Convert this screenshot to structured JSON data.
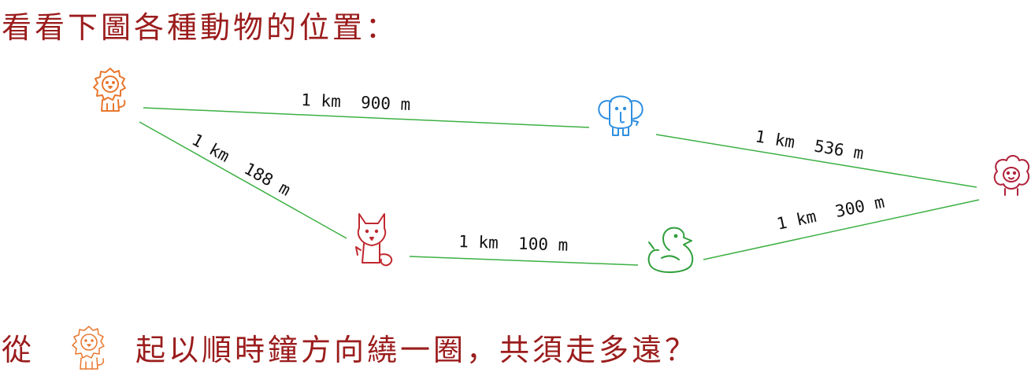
{
  "title": "看看下圖各種動物的位置：",
  "question": {
    "prefix": "從",
    "suffix": "起以順時鐘方向繞一圈，共須走多遠？",
    "start_animal_icon": "lion-icon"
  },
  "colors": {
    "text": "#9b1c1c",
    "route": "#3cb043",
    "lion": "#e8772e",
    "elephant": "#2f8fe0",
    "sheep": "#b0223a",
    "fox": "#c0282e",
    "duck": "#2e9e3a",
    "distance_label": "#111111"
  },
  "animals": [
    {
      "id": "lion",
      "icon": "lion-icon"
    },
    {
      "id": "elephant",
      "icon": "elephant-icon"
    },
    {
      "id": "sheep",
      "icon": "sheep-icon"
    },
    {
      "id": "duck",
      "icon": "duck-icon"
    },
    {
      "id": "fox",
      "icon": "fox-icon"
    }
  ],
  "routes": {
    "lion_elephant": {
      "from": "lion",
      "to": "elephant",
      "label": "1 km  900 m"
    },
    "elephant_sheep": {
      "from": "elephant",
      "to": "sheep",
      "label": "1 km  536 m"
    },
    "lion_fox": {
      "from": "lion",
      "to": "fox",
      "label": "1 km  188 m"
    },
    "fox_duck": {
      "from": "fox",
      "to": "duck",
      "label": "1 km  100 m"
    },
    "duck_sheep": {
      "from": "duck",
      "to": "sheep",
      "label": "1 km  300 m"
    }
  }
}
